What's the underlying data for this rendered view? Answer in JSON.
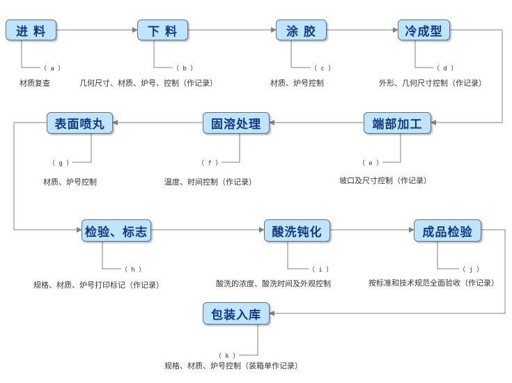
{
  "steps": [
    {
      "label": "进 料"
    },
    {
      "label": "下 料"
    },
    {
      "label": "涂 胶"
    },
    {
      "label": "冷成型"
    },
    {
      "label": "端部加工"
    },
    {
      "label": "固溶处理"
    },
    {
      "label": "表面喷丸"
    },
    {
      "label": "检验、标志"
    },
    {
      "label": "酸洗钝化"
    },
    {
      "label": "成品检验"
    },
    {
      "label": "包装入库"
    }
  ],
  "notes": [
    {
      "tag": "（ a ）",
      "text": "材质复查"
    },
    {
      "tag": "（ b ）",
      "text": "几何尺寸、材质、炉号、控制（作记录）"
    },
    {
      "tag": "（ c ）",
      "text": "材质、炉号控制"
    },
    {
      "tag": "（ d ）",
      "text": "外形、几何尺寸控制（作记录）"
    },
    {
      "tag": "（ e ）",
      "text": "坡口及尺寸控制（作记录）"
    },
    {
      "tag": "（ f ）",
      "text": "温度、时间控制（作记录）"
    },
    {
      "tag": "（ g ）",
      "text": "材质、炉号控制"
    },
    {
      "tag": "（ h ）",
      "text": "规格、材质、炉号打印标记（作记录）"
    },
    {
      "tag": "（ i ）",
      "text": "酸洗的浓度、酸洗时间及外观控制"
    },
    {
      "tag": "（ j ）",
      "text": "按标准和技术规范全面验收（作记录）"
    },
    {
      "tag": "（ k ）",
      "text": "规格、材质、炉号控制（装箱单作记录）"
    }
  ]
}
